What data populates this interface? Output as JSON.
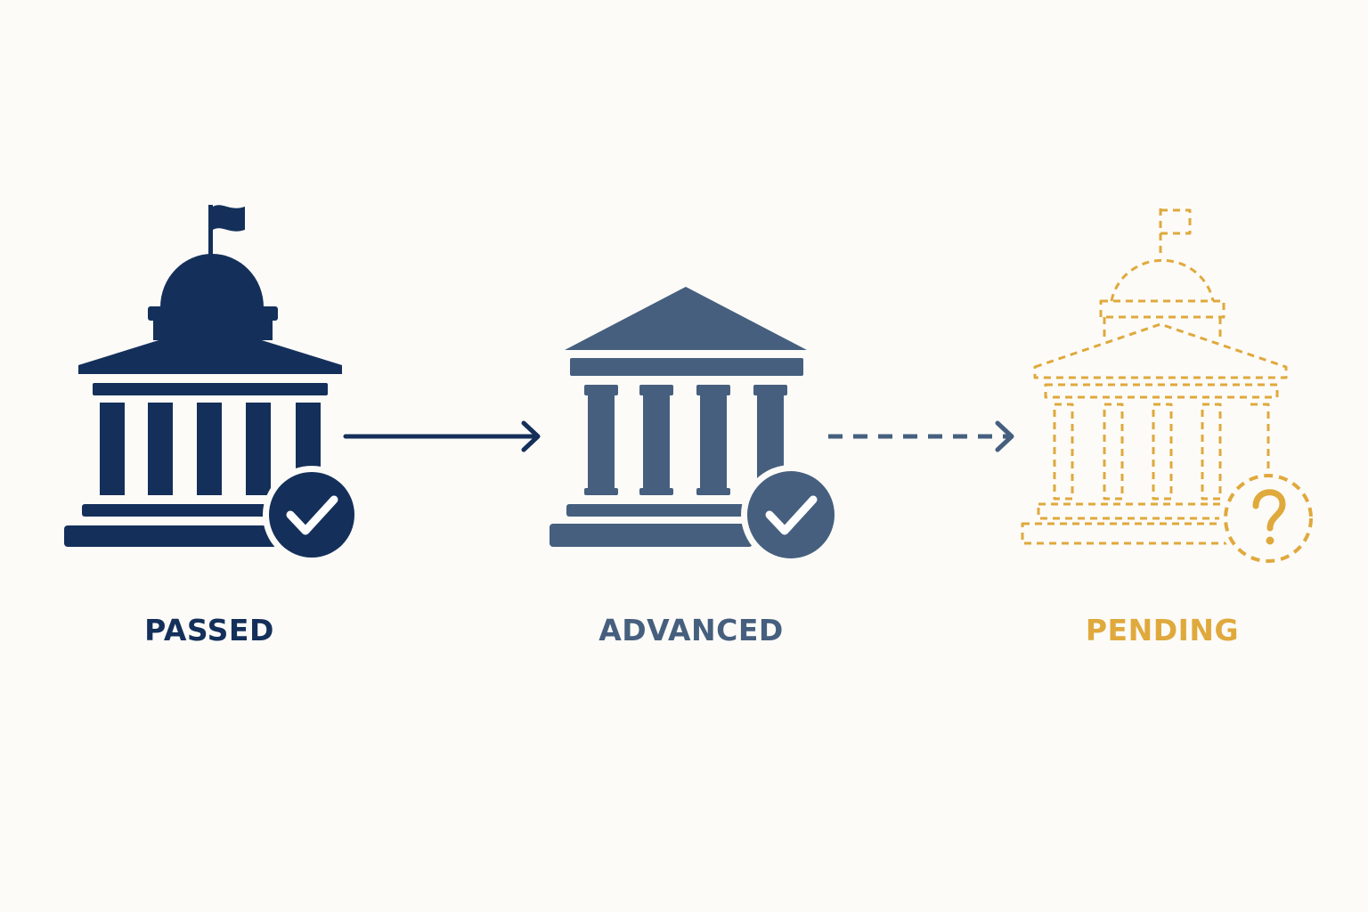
{
  "stages": [
    {
      "key": "passed",
      "label": "PASSED",
      "color": "#14305a",
      "status_icon": "check-circle-icon",
      "style": "solid"
    },
    {
      "key": "advanced",
      "label": "ADVANCED",
      "color": "#465f7e",
      "status_icon": "check-circle-icon",
      "style": "solid"
    },
    {
      "key": "pending",
      "label": "PENDING",
      "color": "#e0a93c",
      "status_icon": "question-circle-icon",
      "style": "dashed-outline"
    }
  ],
  "connectors": [
    {
      "from": "passed",
      "to": "advanced",
      "style": "solid",
      "color": "#14305a"
    },
    {
      "from": "advanced",
      "to": "pending",
      "style": "dashed",
      "color": "#465f7e"
    }
  ],
  "colors": {
    "background": "#fcfbf8"
  }
}
